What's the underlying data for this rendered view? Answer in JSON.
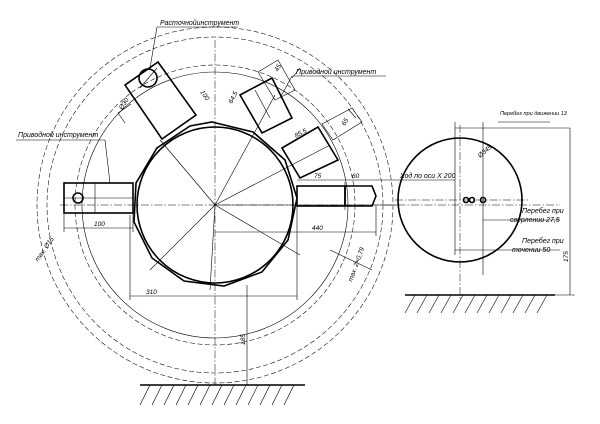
{
  "labels": {
    "boring_tool": "Расточнойинструмент",
    "driven_tool_top": "Приводной инструмент",
    "driven_tool_left": "Приводной инструмент",
    "travel_x": "Ход по оси X 200",
    "overtravel_drilling": "Перебег при сверлении 27,5",
    "overtravel_turning": "Перебег при точении 50",
    "overtravel_drilling_line1": "Перебег при",
    "overtravel_drilling_line2": "сверлении 27,5",
    "overtravel_turning_line1": "Перебег при",
    "overtravel_turning_line2": "точении 50",
    "overtravel_top": "Перебег при движении 13"
  },
  "dimensions": {
    "d30": "Ø30",
    "d100": "100",
    "d64": "64,5",
    "d45": "45",
    "d85": "85,5",
    "d65": "65",
    "d75": "75",
    "d60": "60",
    "d100_left": "100",
    "d440": "440",
    "d310": "310",
    "d185": "185",
    "d175": "175",
    "d345": "Ø345",
    "r330": "max. 2×0,79",
    "phi15": "max. Ø15"
  }
}
